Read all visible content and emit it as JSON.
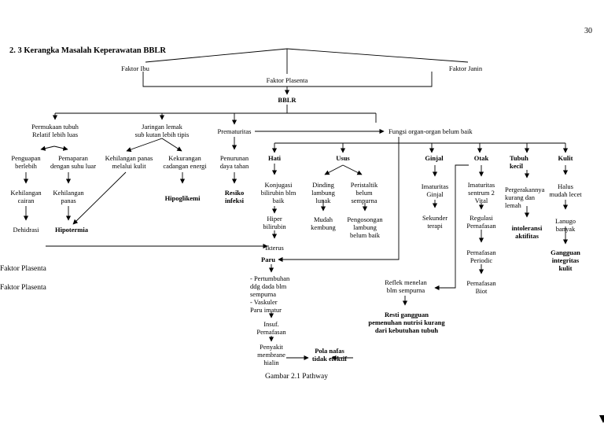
{
  "page_number": "30",
  "heading": "2. 3 Kerangka Masalah Keperawatan BBLR",
  "caption": "Gambar 2.1 Pathway",
  "side_labels": [
    "Faktor Plasenta",
    "Faktor Plasenta"
  ],
  "nodes": {
    "faktor_ibu": "Faktor Ibu",
    "faktor_plasenta": "Faktor  Plasenta",
    "faktor_janin": "Faktor Janin",
    "bblr": "BBLR",
    "permukaan": "Permukaan tubuh\nRelatif lebih luas",
    "jaringan": "Jaringan lemak\nsub kutan lebih tipis",
    "prematuritas": "Prematuritas",
    "fungsi": "Fungsi organ-organ belum baik",
    "penguapan": "Penguapan\nberlebih",
    "pemaparan": "Pemaparan\ndengan suhu luar",
    "kehilangan_panas_kulit": "Kehilangan panas\nmelalui kulit",
    "kekurangan": "Kekurangan\ncadangan energi",
    "penurunan": "Penurunan\ndaya tahan",
    "kehilangan_cairan": "Kehilangan\ncairan",
    "kehilangan_panas": "Kehilangan\npanas",
    "hipoglikemi": "Hipoglikemi",
    "resiko": "Resiko\ninfeksi",
    "dehidrasi": "Dehidrasi",
    "hipotermia": "Hipotermia",
    "hati": "Hati",
    "usus": "Usus",
    "ginjal": "Ginjal",
    "otak": "Otak",
    "tubuh_kecil": "Tubuh\nkecil",
    "kulit": "Kulit",
    "konjugasi": "Konjugasi\nbilirubin blm\nbaik",
    "hiper_bilirubin": "Hiper\nbilirubin",
    "ikterus": "Ikterus",
    "dinding_lambung": "Dinding\nlambung\nlunak",
    "peristaltik": "Peristaltik\nbelum\nsempurna",
    "mudah_kembung": "Mudah\nkembung",
    "pengosongan": "Pengosongan\nlambung\nbelum baik",
    "imaturitas_ginjal": "Imaturitas\nGinjal",
    "sekunder": "Sekunder\nterapi",
    "imaturitas_otak": "Imaturitas\nsentrum 2\nVital",
    "regulasi": "Regulasi\nPernafasan",
    "periodik": "Pernafasan\nPeriodic",
    "biot": "Pernafasan\nBiot",
    "pergerakan": "Pergerakannya\nkurang dan\nlemah",
    "intoleransi": "intoleransi\naktifitas",
    "halus": "Halus\nmudah lecet",
    "lanugo": "Lanugo\nbanyak",
    "gangguan_kulit": "Gangguan\nintegritas\nkulit",
    "paru": "Paru",
    "pertumbuhan": "- Pertumbuhan\n  ddg dada blm\n  sempurna\n- Vaskuler\n  Paru imatur",
    "insuf": "Insuf.\nPernafasan",
    "penyakit": "Penyakit\nmembrane\nhialin",
    "pola_nafas": "Pola nafas\ntidak efektif",
    "reflek": "Reflek menelan\nblm sempurna",
    "resti": "Resti gangguan\npemenuhan nutrisi kurang\ndari kebutuhan tubuh"
  }
}
